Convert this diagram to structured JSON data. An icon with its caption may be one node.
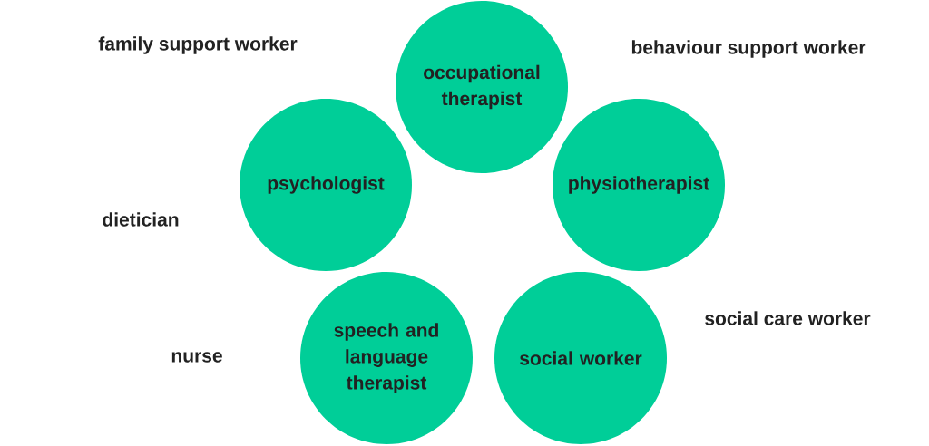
{
  "diagram": {
    "nodes": [
      {
        "text": [
          "occupational therapist"
        ]
      },
      {
        "text": [
          "psychologist"
        ]
      },
      {
        "text": [
          "physiotherapist"
        ]
      },
      {
        "text": [
          "speech and language therapist"
        ]
      },
      {
        "text": [
          "social worker"
        ]
      }
    ],
    "labels": [
      "family support worker",
      "behaviour support worker",
      "dietician",
      "social care worker",
      "nurse"
    ]
  }
}
